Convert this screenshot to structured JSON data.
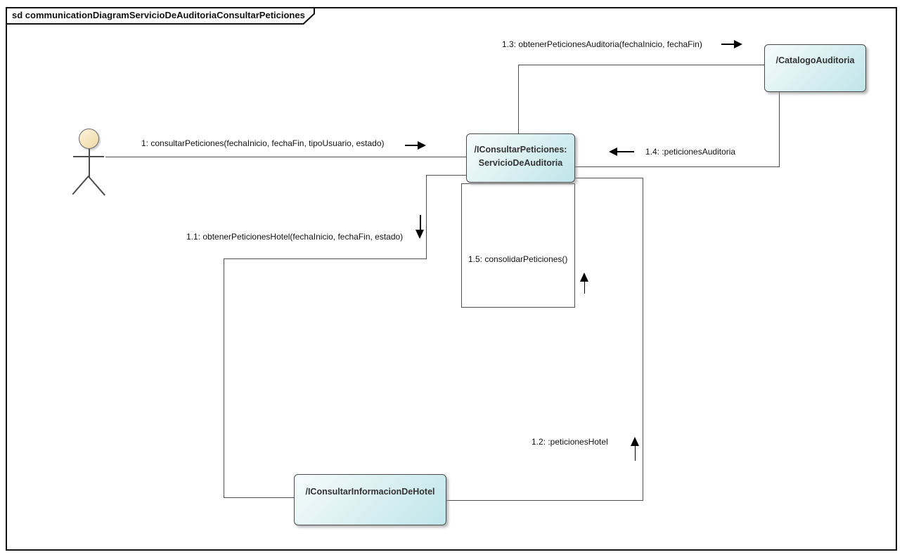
{
  "frame": {
    "title": "sd communicationDiagramServicioDeAuditoriaConsultarPeticiones",
    "kind": "sd"
  },
  "actor": {
    "icon": "stick-figure-actor"
  },
  "objects": {
    "servicio": {
      "line1": "/IConsultarPeticiones:",
      "line2": "ServicioDeAuditoria"
    },
    "catalogo": {
      "label": "/CatalogoAuditoria"
    },
    "hotel": {
      "label": "/IConsultarInformacionDeHotel"
    }
  },
  "messages": {
    "m1": {
      "label": "1: consultarPeticiones(fechaInicio, fechaFin, tipoUsuario, estado)",
      "direction": "right"
    },
    "m11": {
      "label": "1.1: obtenerPeticionesHotel(fechaInicio, fechaFin, estado)",
      "direction": "down"
    },
    "m12": {
      "label": "1.2: :peticionesHotel",
      "direction": "up"
    },
    "m13": {
      "label": "1.3: obtenerPeticionesAuditoria(fechaInicio, fechaFin)",
      "direction": "right"
    },
    "m14": {
      "label": "1.4: :peticionesAuditoria",
      "direction": "left"
    },
    "m15": {
      "label": "1.5: consolidarPeticiones()",
      "direction": "up"
    }
  },
  "colors": {
    "object_fill_top": "#f7fcfc",
    "object_fill_bottom": "#bfe5ea",
    "object_border": "#4a4a4a",
    "link_line": "#4d4d4d",
    "arrow": "#000000",
    "actor_head_top": "#fdf4da",
    "actor_head_bottom": "#f0d8a6",
    "frame_border": "#141414"
  }
}
